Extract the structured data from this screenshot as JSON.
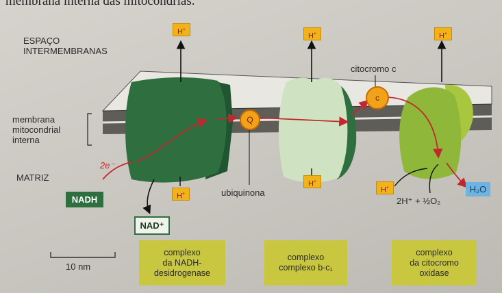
{
  "caption_fragment": "membrana interna das mitocondrias.",
  "labels": {
    "espaco": [
      "ESPAÇO",
      "INTERMEMBRANAS"
    ],
    "membrana": [
      "membrana",
      "mitocondrial",
      "interna"
    ],
    "matriz": "MATRIZ",
    "electrons": "2e⁻",
    "citocromo": "citocromo c",
    "ubiquinona": "ubiquinona",
    "scale": "10 nm",
    "reaction": "2H⁺ + ½O₂"
  },
  "proton": {
    "text": "H",
    "charge": "+"
  },
  "carriers": {
    "q": "Q",
    "c": "c"
  },
  "molecules": {
    "nadh": "NADH",
    "nad": "NAD⁺",
    "h2o": "H₂O"
  },
  "complexes": [
    {
      "line1": "complexo",
      "line2": "da NADH-",
      "line3": "desidrogenase"
    },
    {
      "line1": "complexo",
      "line2": "complexo b-c₁",
      "line3": ""
    },
    {
      "line1": "complexo",
      "line2": "da citocromo",
      "line3": "oxidase"
    }
  ],
  "colors": {
    "complex1": "#2f6f3f",
    "complex2": "#c9dfbf",
    "complex3": "#8fb73a",
    "proton_box": "#f2b21a",
    "label_box": "#c9c73f",
    "arrow": "#c0282e"
  }
}
